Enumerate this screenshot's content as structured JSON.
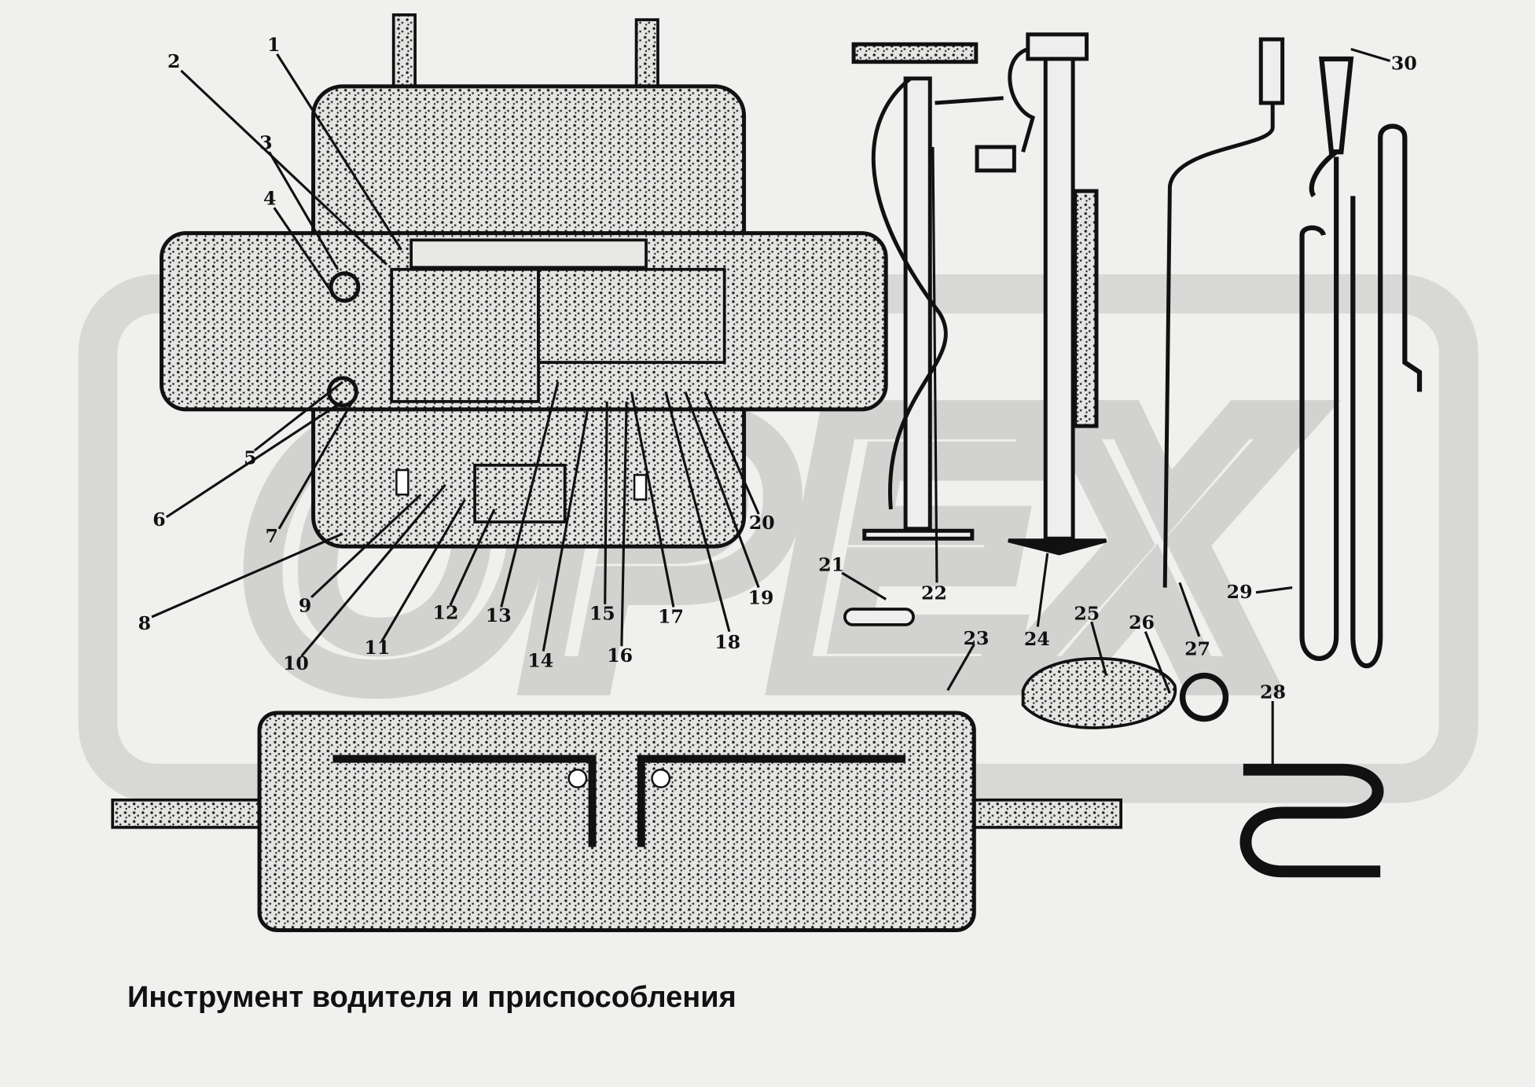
{
  "title": "Инструмент водителя и приспособления",
  "watermark": "OPEX",
  "callouts": [
    "1",
    "2",
    "3",
    "4",
    "5",
    "6",
    "7",
    "8",
    "9",
    "10",
    "11",
    "12",
    "13",
    "14",
    "15",
    "16",
    "17",
    "18",
    "19",
    "20",
    "21",
    "22",
    "23",
    "24",
    "25",
    "26",
    "27",
    "28",
    "29",
    "30"
  ]
}
